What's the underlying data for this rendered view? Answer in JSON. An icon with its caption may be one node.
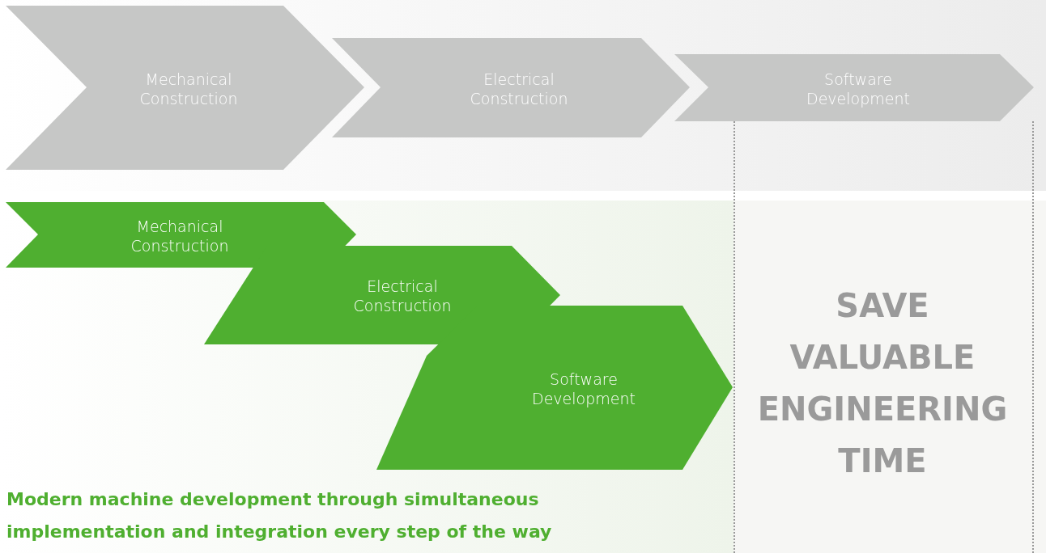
{
  "diagram": {
    "caption": "Modern machine development through simultaneous implementation and integration every step of the way",
    "nodes": [
      {
        "text": [
          "Mechanical Construction"
        ]
      },
      {
        "text": [
          "Electrical Construction"
        ]
      },
      {
        "text": [
          "Software Development"
        ]
      },
      {
        "text": [
          "Mechanical Construction"
        ]
      },
      {
        "text": [
          "Electrical Construction"
        ]
      },
      {
        "text": [
          "Software Development"
        ]
      }
    ],
    "labels": [
      "SAVE VALUABLE ENGINEERING TIME"
    ]
  }
}
